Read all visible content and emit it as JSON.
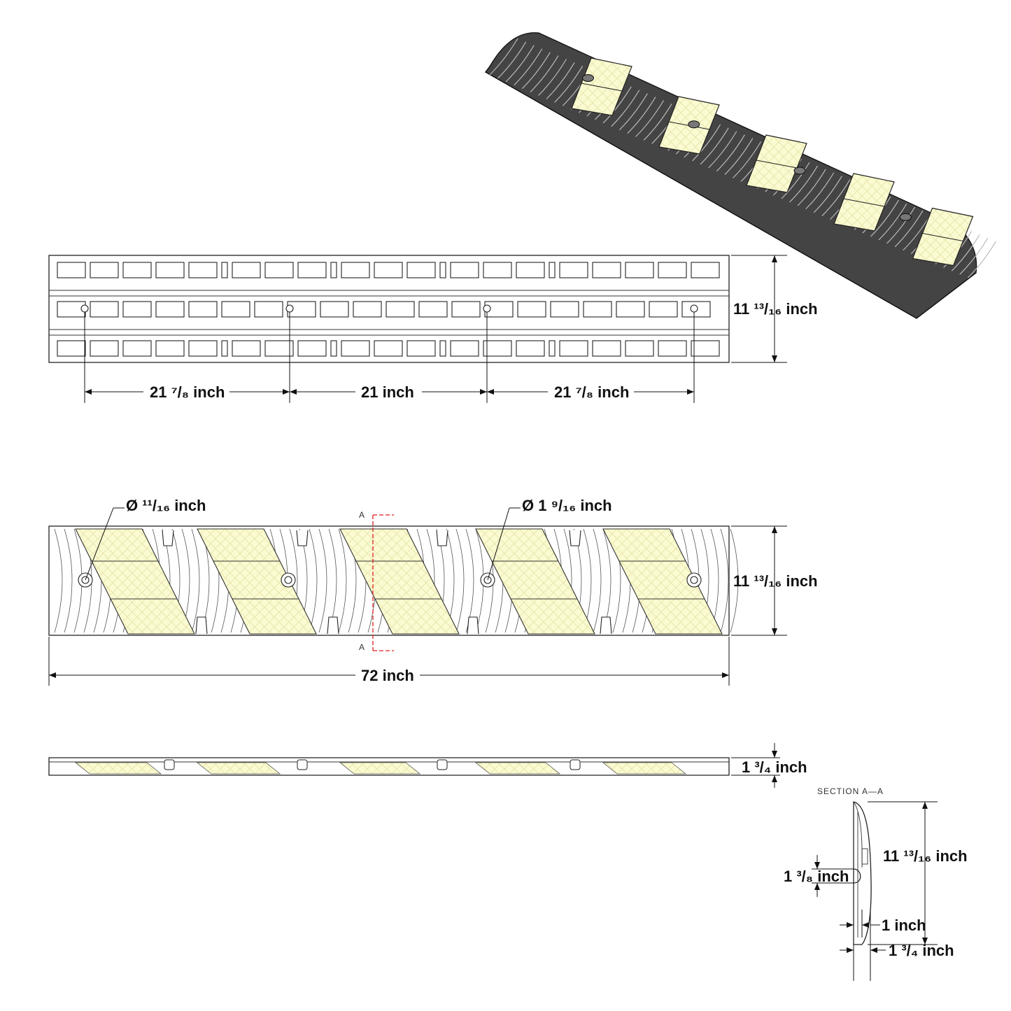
{
  "colors": {
    "line": "#222222",
    "reflector": "#fbfbd2",
    "section_mark": "#e02020",
    "background": "#ffffff"
  },
  "dimensions": {
    "top_view_width": "11 ¹³/₁₆ inch",
    "hole_spacing_left": "21 ⁷/₈ inch",
    "hole_spacing_middle": "21 inch",
    "hole_spacing_right": "21 ⁷/₈ inch",
    "small_hole_diameter": "Ø ¹¹/₁₆ inch",
    "large_hole_diameter": "Ø 1 ⁹/₁₆ inch",
    "plan_view_width": "11 ¹³/₁₆ inch",
    "overall_length": "72 inch",
    "height": "1 ³/₄ inch",
    "section_width": "11 ¹³/₁₆ inch",
    "cable_channel": "1 ³/₈ inch",
    "section_base": "1 inch",
    "section_height": "1 ³/₄ inch"
  },
  "labels": {
    "section_marker_top": "A",
    "section_marker_bottom": "A",
    "section_title": "SECTION A—A"
  }
}
